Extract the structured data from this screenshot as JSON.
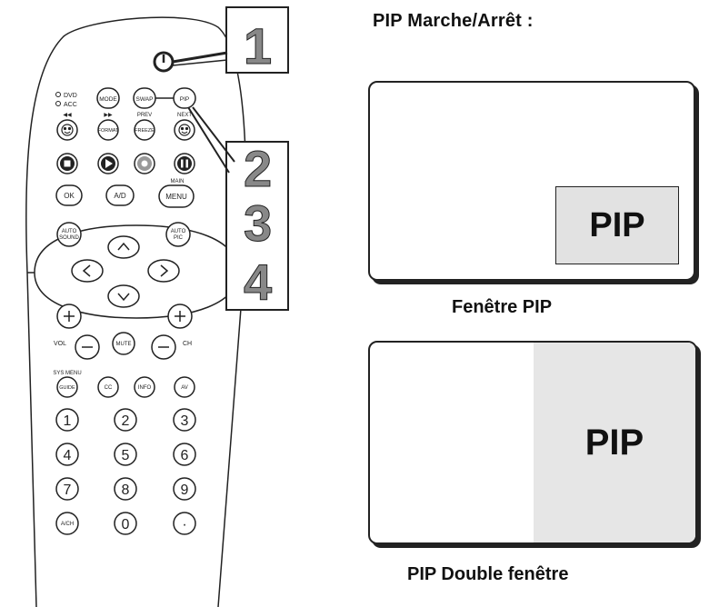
{
  "heading": "PIP Marche/Arrêt :",
  "step_numbers": [
    "1",
    "2",
    "3",
    "4"
  ],
  "pip_window": {
    "inset_label": "PIP",
    "caption": "Fenêtre PIP"
  },
  "dual_window": {
    "label": "PIP",
    "caption": "PIP Double fenêtre"
  },
  "remote": {
    "indicators": [
      "DVD",
      "ACC"
    ],
    "row1": [
      "MODE",
      "SWAP",
      "PIP"
    ],
    "row2_top": [
      "◀◀",
      "▶▶",
      "PREV",
      "NEXT"
    ],
    "row2": [
      "FORMAT",
      "FREEZE"
    ],
    "main_label": "MAIN",
    "row4": [
      "OK",
      "A/D",
      "MENU"
    ],
    "auto_sound": [
      "AUTO",
      "SOUND"
    ],
    "auto_pic": [
      "AUTO",
      "PIC"
    ],
    "vol_label": "VOL",
    "ch_label": "CH",
    "mute": "MUTE",
    "sys_menu": "SYS MENU",
    "row_guide": [
      "GUIDE",
      "CC",
      "INFO",
      "AV"
    ],
    "digits": [
      "1",
      "2",
      "3",
      "4",
      "5",
      "6",
      "7",
      "8",
      "9"
    ],
    "bottom": [
      "A/CH",
      "0",
      "·"
    ]
  }
}
